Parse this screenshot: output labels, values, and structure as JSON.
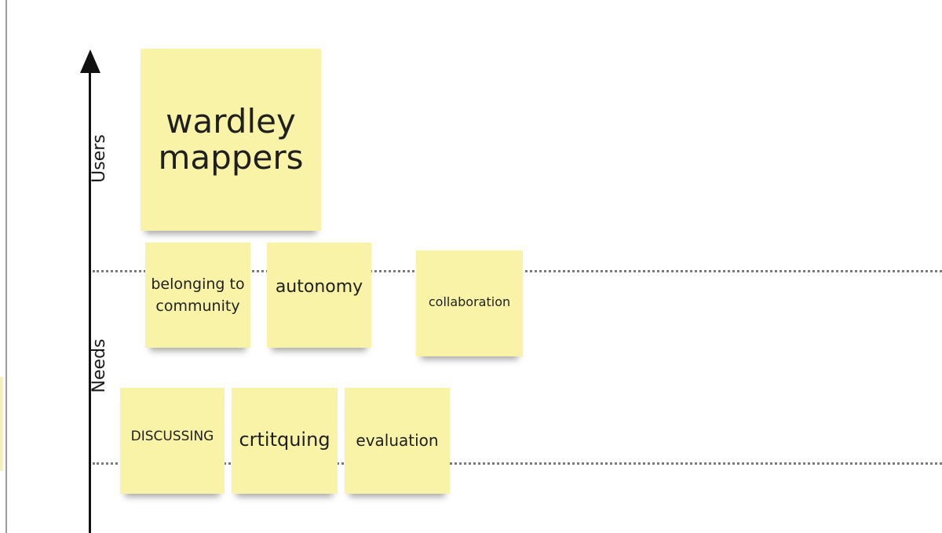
{
  "axis": {
    "vertical_top_label": "Users",
    "vertical_bottom_label": "Needs"
  },
  "stickies": {
    "wardley": "wardley mappers",
    "belonging": "belonging to community",
    "autonomy": "autonomy",
    "collaboration": "collaboration",
    "discussing": "DISCUSSING",
    "critiquing": "crtitquing",
    "evaluation": "evaluation"
  },
  "colors": {
    "sticky": "#f9f3a7",
    "axis": "#111111",
    "guide": "#7a7a7a"
  }
}
